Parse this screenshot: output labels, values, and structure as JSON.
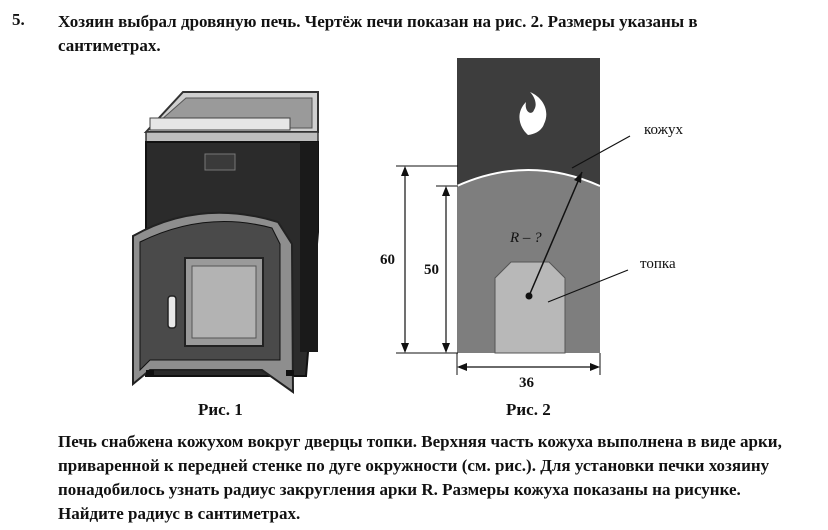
{
  "problem": {
    "number": "5.",
    "intro": "Хозяин выбрал дровяную печь. Чертёж печи показан на рис. 2. Размеры указаны в сантиметрах."
  },
  "figure1": {
    "caption": "Рис. 1"
  },
  "figure2": {
    "caption": "Рис. 2",
    "label_casing": "кожух",
    "label_firebox": "топка",
    "label_radius": "R – ?",
    "dim_60": "60",
    "dim_50": "50",
    "dim_36": "36"
  },
  "task": {
    "text": "Печь снабжена кожухом вокруг дверцы топки. Верхняя часть кожуха выполнена в виде арки, приваренной к передней стенке по дуге окружности (см. рис.). Для установки печки хозяину понадобилось узнать радиус закругления арки R. Размеры кожуха показаны на рисунке. Найдите радиус в сантиметрах."
  }
}
